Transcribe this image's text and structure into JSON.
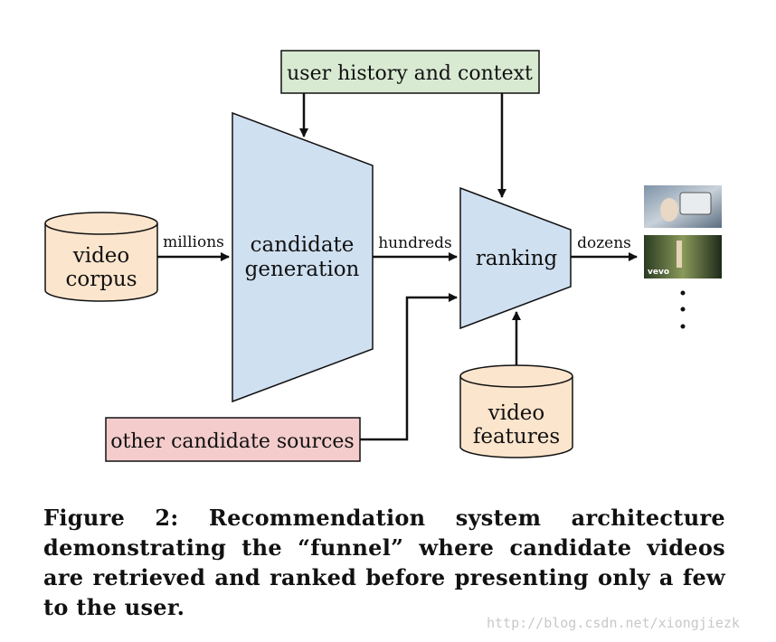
{
  "nodes": {
    "user_history": "user history and context",
    "video_corpus": [
      "video",
      "corpus"
    ],
    "candidate_generation": [
      "candidate",
      "generation"
    ],
    "ranking": "ranking",
    "other_sources": "other candidate sources",
    "video_features": [
      "video",
      "features"
    ]
  },
  "edges": {
    "millions": "millions",
    "hundreds": "hundreds",
    "dozens": "dozens"
  },
  "thumbnail_text": "vevo",
  "caption": "Figure 2:  Recommendation system architecture demonstrating the “funnel” where candidate videos are retrieved and ranked before presenting only a few to the user.",
  "watermark": "http://blog.csdn.net/xiongjiezk",
  "colors": {
    "green_fill": "#d9ead3",
    "orange_fill": "#fce5cd",
    "blue_fill": "#cfe0f1",
    "pink_fill": "#f4cccc",
    "stroke": "#111111"
  }
}
